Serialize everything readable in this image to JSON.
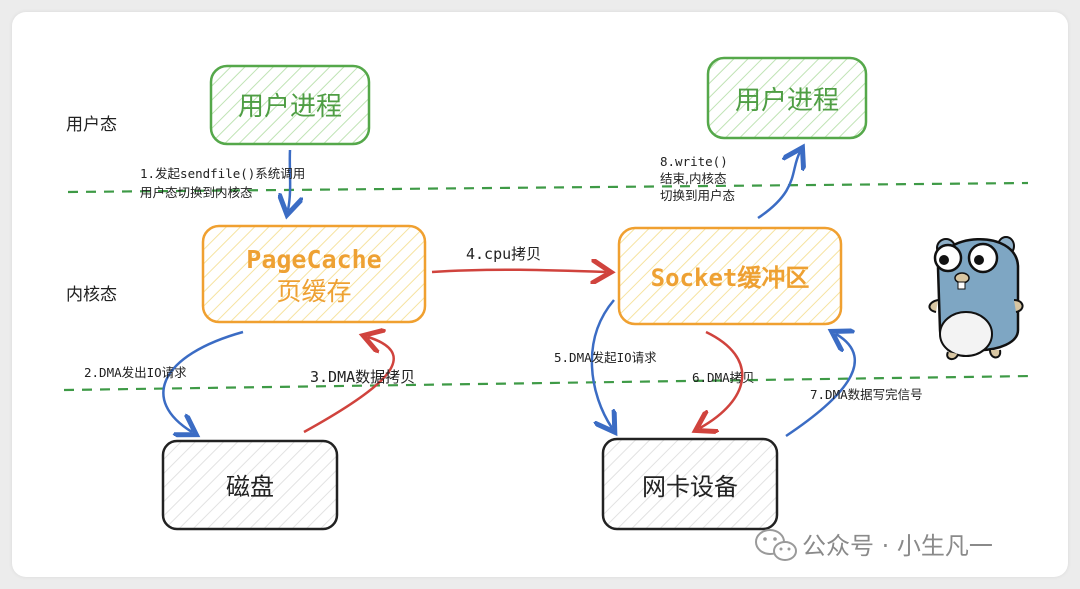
{
  "zones": {
    "user_space": "用户态",
    "kernel_space": "内核态"
  },
  "boxes": {
    "user_process_left": "用户进程",
    "user_process_right": "用户进程",
    "pagecache_line1": "PageCache",
    "pagecache_line2": "页缓存",
    "socket_buffer": "Socket缓冲区",
    "disk": "磁盘",
    "nic": "网卡设备"
  },
  "steps": {
    "s1_line1": "1.发起sendfile()系统调用",
    "s1_line2": "用户态切换到内核态",
    "s2": "2.DMA发出IO请求",
    "s3": "3.DMA数据拷贝",
    "s4": "4.cpu拷贝",
    "s5": "5.DMA发起IO请求",
    "s6": "6.DMA拷贝",
    "s7": "7.DMA数据写完信号",
    "s8_line1": "8.write()",
    "s8_line2": "结束,内核态",
    "s8_line3": "切换到用户态"
  },
  "watermark": {
    "text": "公众号 · 小生凡一",
    "icon": "wechat-icon"
  },
  "mascot": {
    "icon": "gopher-icon"
  },
  "colors": {
    "green": "#55a84a",
    "green_fill": "#dff2d8",
    "orange": "#f0a030",
    "orange_fill": "#fbf0c8",
    "gray_box": "#222222",
    "blue": "#3b6cc4",
    "red": "#d0433d",
    "dashed": "#3e9a46"
  }
}
